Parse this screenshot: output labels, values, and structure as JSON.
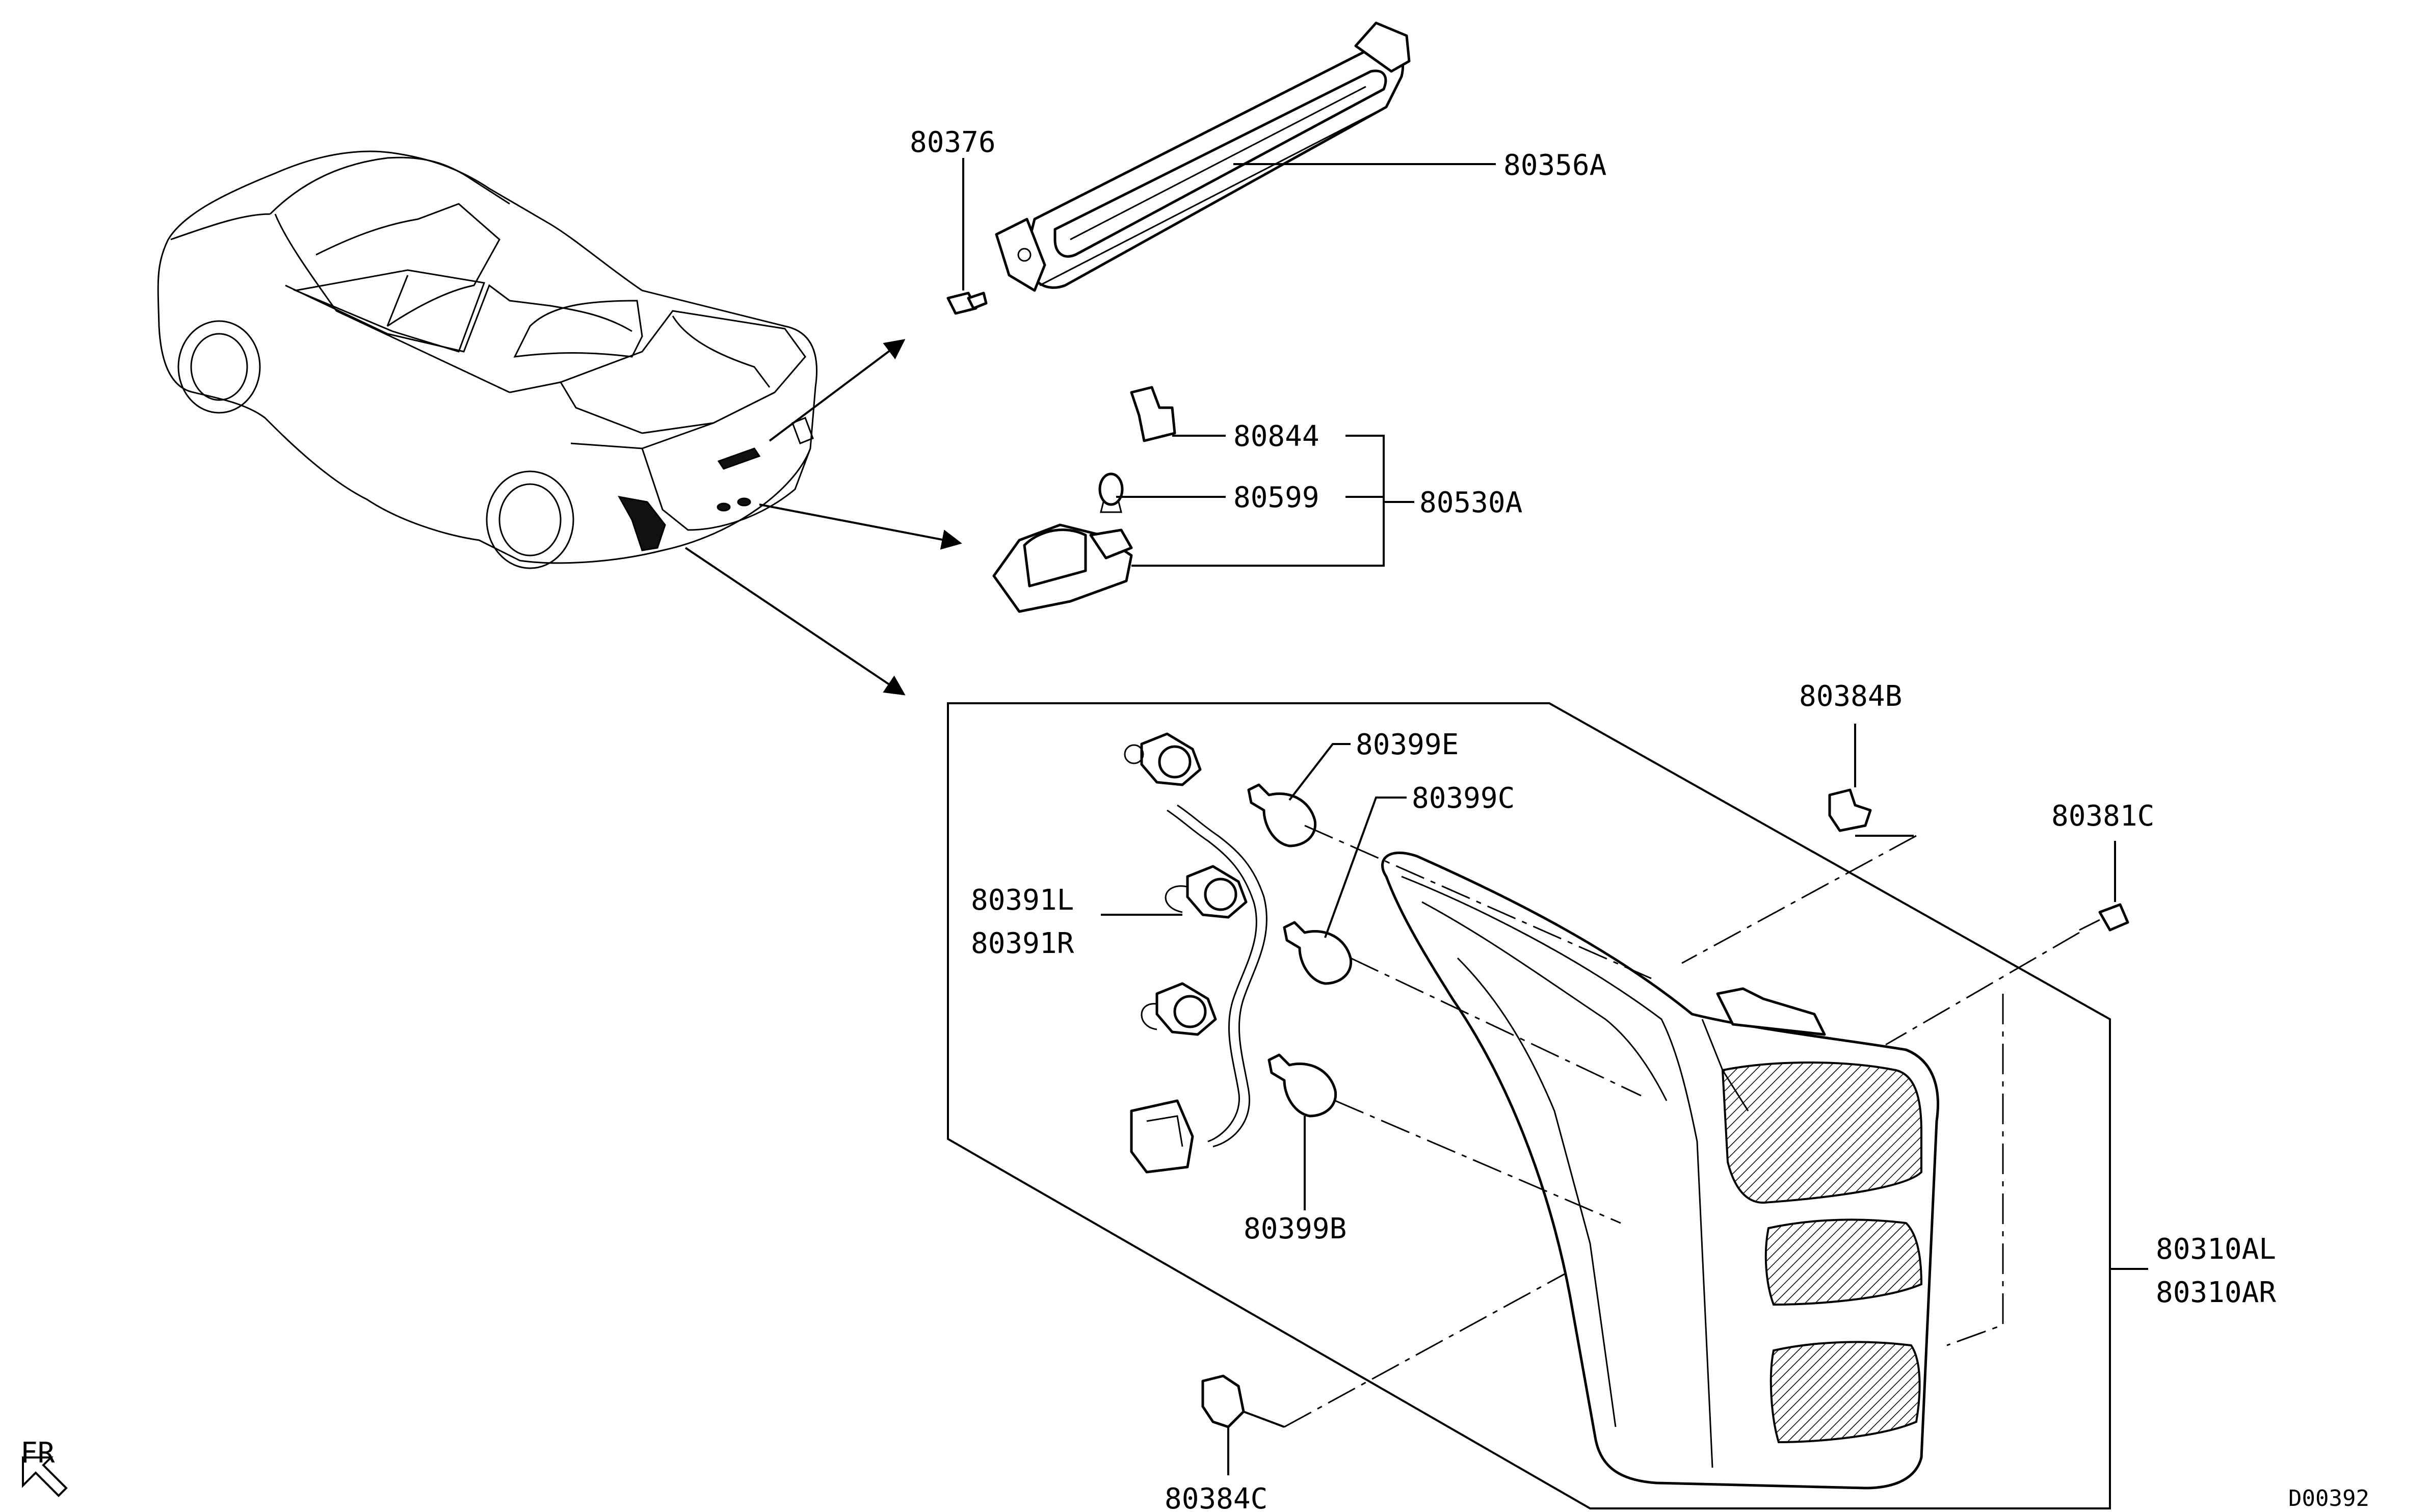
{
  "diagram": {
    "drawing_code": "D00392",
    "orientation_label": "FR",
    "callouts": [
      {
        "id": "p80376",
        "text": "80376"
      },
      {
        "id": "p80356A",
        "text": "80356A"
      },
      {
        "id": "p80844",
        "text": "80844"
      },
      {
        "id": "p80599",
        "text": "80599"
      },
      {
        "id": "p80530A",
        "text": "80530A"
      },
      {
        "id": "p80384B",
        "text": "80384B"
      },
      {
        "id": "p80399E",
        "text": "80399E"
      },
      {
        "id": "p80399C",
        "text": "80399C"
      },
      {
        "id": "p80381C",
        "text": "80381C"
      },
      {
        "id": "p80391L",
        "text": "80391L"
      },
      {
        "id": "p80391R",
        "text": "80391R"
      },
      {
        "id": "p80399B",
        "text": "80399B"
      },
      {
        "id": "p80310AL",
        "text": "80310AL"
      },
      {
        "id": "p80310AR",
        "text": "80310AR"
      },
      {
        "id": "p80384C",
        "text": "80384C"
      }
    ]
  }
}
